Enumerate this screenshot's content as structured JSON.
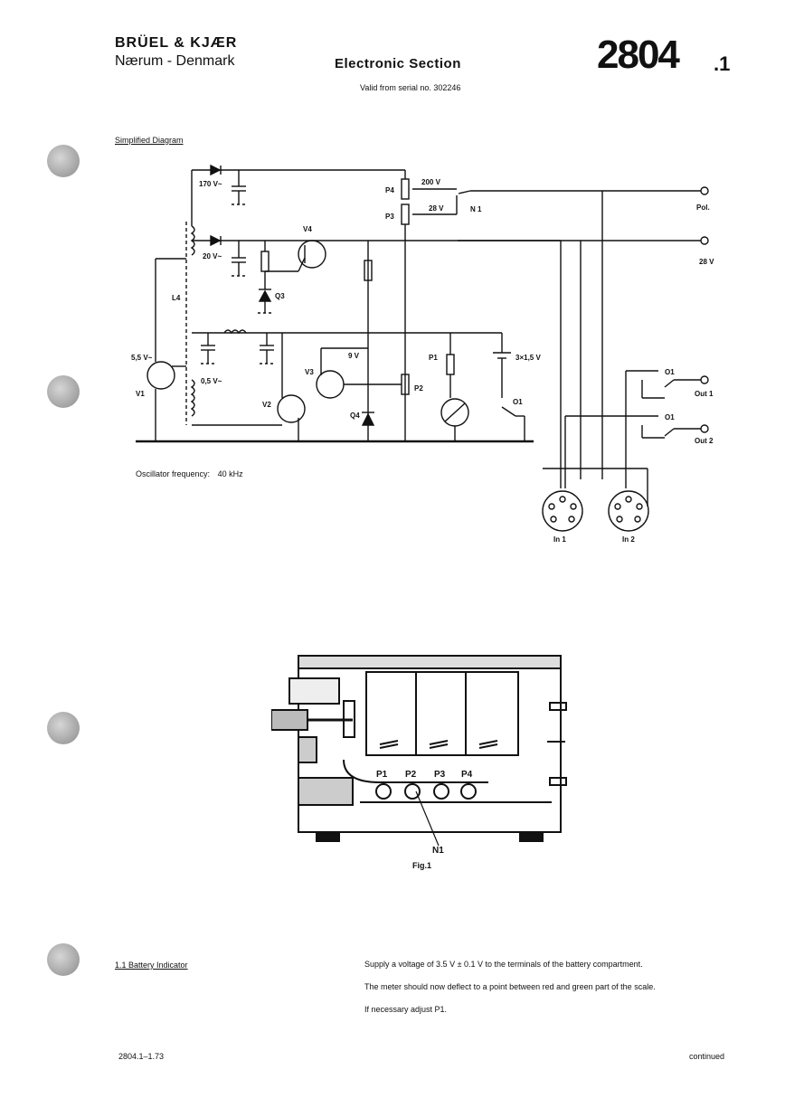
{
  "header": {
    "company_line1": "BRÜEL & KJÆR",
    "company_line2": "Nærum - Denmark",
    "title": "Electronic Section",
    "serial_note": "Valid from serial no. 302246",
    "model_number": "2804",
    "model_suffix": ".1"
  },
  "diagram": {
    "heading": "Simplified Diagram",
    "labels": {
      "v170": "170 V~",
      "v20": "20 V~",
      "v55": "5,5 V~",
      "v05": "0,5 V~",
      "l4": "L4",
      "v1": "V1",
      "v2": "V2",
      "v3": "V3",
      "v4": "V4",
      "q3": "Q3",
      "q4": "Q4",
      "p1": "P1",
      "p2": "P2",
      "p3": "P3",
      "p4": "P4",
      "v200": "200 V",
      "v28": "28 V",
      "n1": "N 1",
      "v9": "9 V",
      "battery": "3×1,5 V",
      "o1": "O1",
      "o1a": "O1",
      "o1b": "O1",
      "pol": "Pol.",
      "out28": "28 V",
      "out1": "Out 1",
      "out2": "Out 2",
      "in1": "In 1",
      "in2": "In 2"
    },
    "oscillator_label": "Oscillator frequency:",
    "oscillator_value": "40 kHz"
  },
  "figure": {
    "labels": {
      "p1": "P1",
      "p2": "P2",
      "p3": "P3",
      "p4": "P4",
      "n1": "N1"
    },
    "caption": "Fig.1"
  },
  "section": {
    "heading": "1.1  Battery Indicator",
    "lines": [
      "Supply a voltage of 3.5 V ± 0.1 V to the terminals of the battery compartment.",
      "The meter should now deflect to a point between red and green part of the scale.",
      "If necessary adjust P1."
    ]
  },
  "footer": {
    "doc_ref": "2804.1–1.73",
    "continued": "continued"
  }
}
